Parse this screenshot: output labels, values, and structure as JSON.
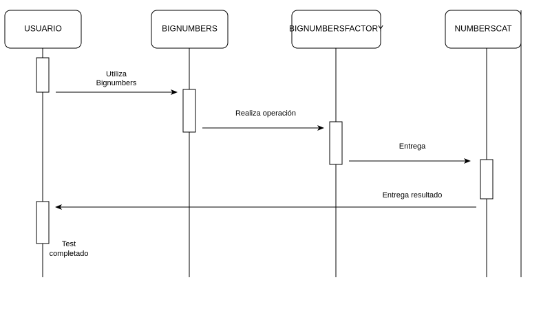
{
  "participants": [
    {
      "label": "USUARIO"
    },
    {
      "label": "BIGNUMBERS"
    },
    {
      "label": "BIGNUMBERSFACTORY"
    },
    {
      "label": "NUMBERSCAT"
    }
  ],
  "messages": [
    {
      "lines": [
        "Utiliza",
        "Bignumbers"
      ],
      "from": "USUARIO",
      "to": "BIGNUMBERS"
    },
    {
      "lines": [
        "Realiza operación"
      ],
      "from": "BIGNUMBERS",
      "to": "BIGNUMBERSFACTORY"
    },
    {
      "lines": [
        "Entrega"
      ],
      "from": "BIGNUMBERSFACTORY",
      "to": "NUMBERSCAT"
    },
    {
      "lines": [
        "Entrega resultado"
      ],
      "from": "NUMBERSCAT",
      "to": "USUARIO"
    }
  ],
  "notes": [
    {
      "lines": [
        "Test",
        "completado"
      ],
      "participant": "USUARIO"
    }
  ]
}
